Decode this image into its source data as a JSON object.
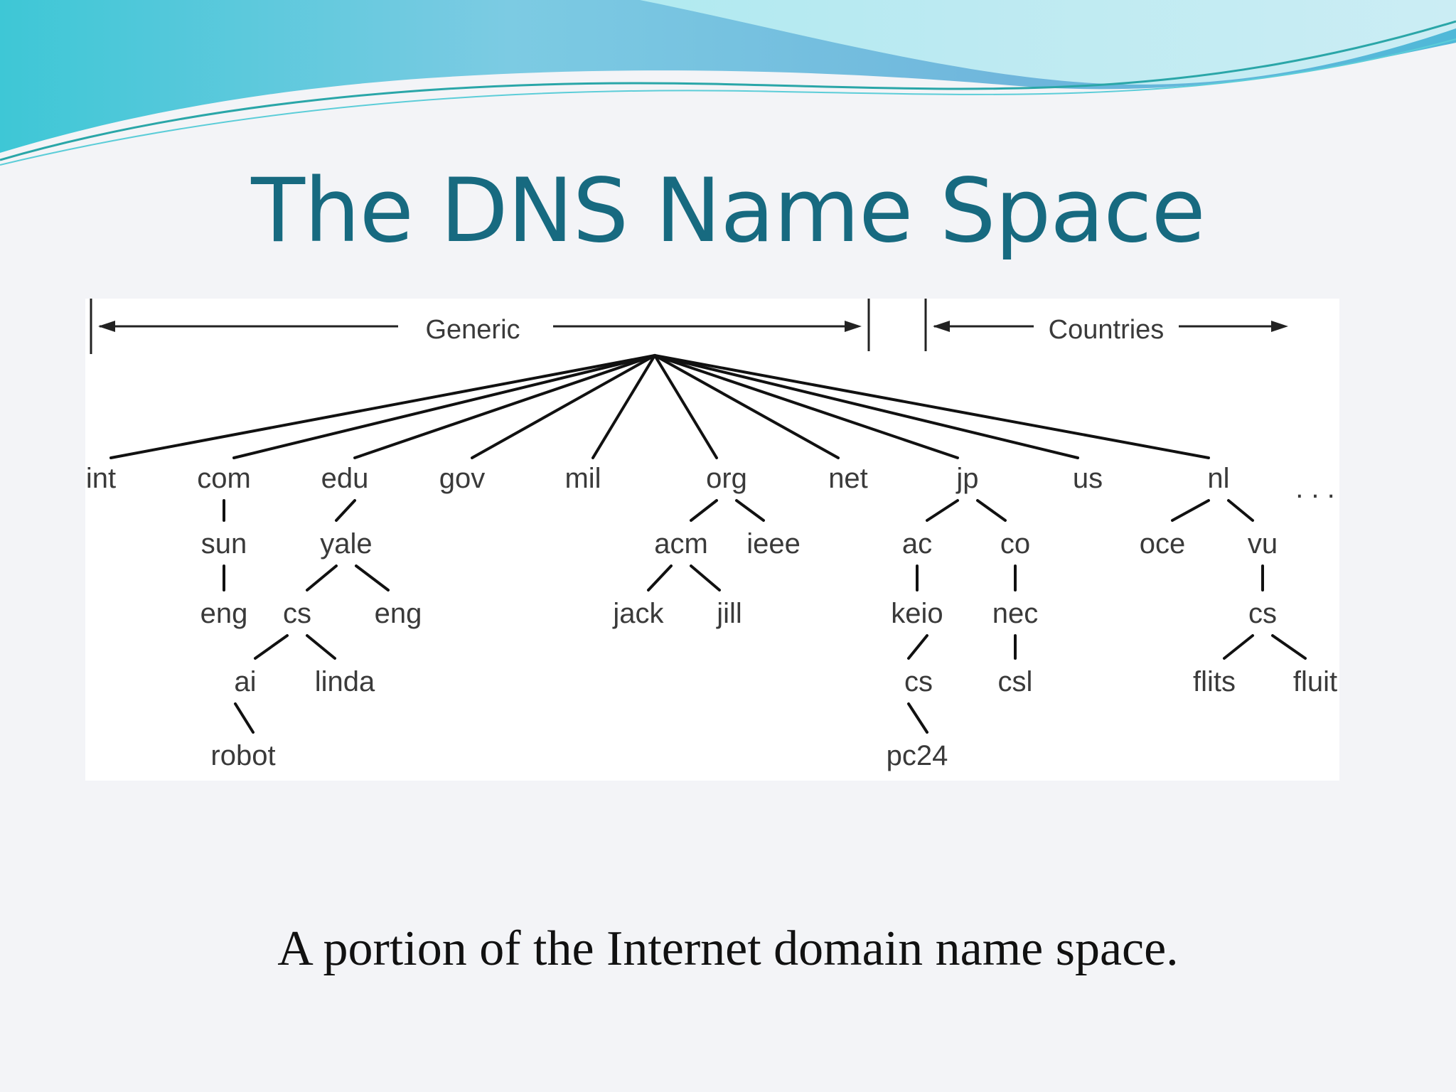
{
  "slide": {
    "title": "The DNS Name Space",
    "caption": "A portion of the Internet domain name space."
  },
  "diagram": {
    "ranges": [
      {
        "id": "generic",
        "label": "Generic"
      },
      {
        "id": "countries",
        "label": "Countries"
      }
    ],
    "ellipsis": ". . .",
    "nodes": [
      {
        "id": "int",
        "label": "int"
      },
      {
        "id": "com",
        "label": "com"
      },
      {
        "id": "edu",
        "label": "edu"
      },
      {
        "id": "gov",
        "label": "gov"
      },
      {
        "id": "mil",
        "label": "mil"
      },
      {
        "id": "org",
        "label": "org"
      },
      {
        "id": "net",
        "label": "net"
      },
      {
        "id": "jp",
        "label": "jp"
      },
      {
        "id": "us",
        "label": "us"
      },
      {
        "id": "nl",
        "label": "nl"
      },
      {
        "id": "com-sun",
        "label": "sun",
        "parent": "com"
      },
      {
        "id": "com-sun-eng",
        "label": "eng",
        "parent": "com-sun"
      },
      {
        "id": "edu-yale",
        "label": "yale",
        "parent": "edu"
      },
      {
        "id": "edu-yale-cs",
        "label": "cs",
        "parent": "edu-yale"
      },
      {
        "id": "edu-yale-eng",
        "label": "eng",
        "parent": "edu-yale"
      },
      {
        "id": "edu-yale-cs-ai",
        "label": "ai",
        "parent": "edu-yale-cs"
      },
      {
        "id": "edu-yale-cs-linda",
        "label": "linda",
        "parent": "edu-yale-cs"
      },
      {
        "id": "edu-yale-cs-ai-robot",
        "label": "robot",
        "parent": "edu-yale-cs-ai"
      },
      {
        "id": "org-acm",
        "label": "acm",
        "parent": "org"
      },
      {
        "id": "org-ieee",
        "label": "ieee",
        "parent": "org"
      },
      {
        "id": "org-acm-jack",
        "label": "jack",
        "parent": "org-acm"
      },
      {
        "id": "org-acm-jill",
        "label": "jill",
        "parent": "org-acm"
      },
      {
        "id": "jp-ac",
        "label": "ac",
        "parent": "jp"
      },
      {
        "id": "jp-co",
        "label": "co",
        "parent": "jp"
      },
      {
        "id": "jp-ac-keio",
        "label": "keio",
        "parent": "jp-ac"
      },
      {
        "id": "jp-co-nec",
        "label": "nec",
        "parent": "jp-co"
      },
      {
        "id": "jp-ac-keio-cs",
        "label": "cs",
        "parent": "jp-ac-keio"
      },
      {
        "id": "jp-co-nec-csl",
        "label": "csl",
        "parent": "jp-co-nec"
      },
      {
        "id": "jp-ac-keio-cs-pc24",
        "label": "pc24",
        "parent": "jp-ac-keio-cs"
      },
      {
        "id": "nl-oce",
        "label": "oce",
        "parent": "nl"
      },
      {
        "id": "nl-vu",
        "label": "vu",
        "parent": "nl"
      },
      {
        "id": "nl-vu-cs",
        "label": "cs",
        "parent": "nl-vu"
      },
      {
        "id": "nl-vu-cs-flits",
        "label": "flits",
        "parent": "nl-vu-cs"
      },
      {
        "id": "nl-vu-cs-fluit",
        "label": "fluit",
        "parent": "nl-vu-cs"
      }
    ]
  }
}
